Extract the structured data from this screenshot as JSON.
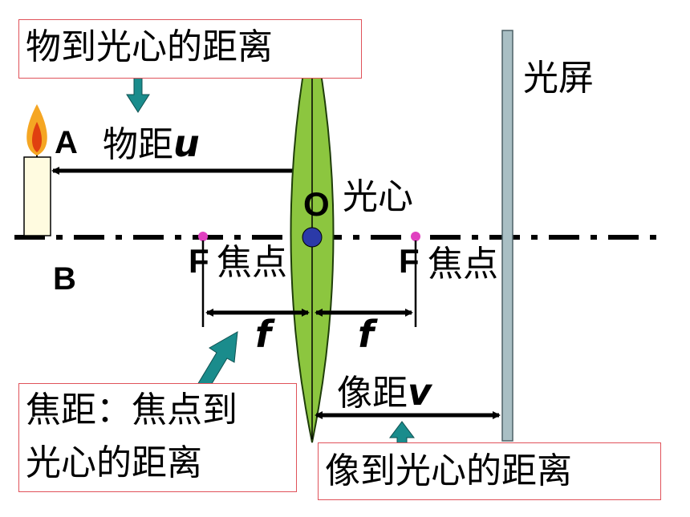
{
  "labels": {
    "object_to_center_box": "物到光心的距离",
    "screen": "光屏",
    "point_a": "A",
    "point_b": "B",
    "object_distance": "物距",
    "object_distance_symbol": "u",
    "optical_center_letter": "O",
    "optical_center": "光心",
    "focus_left_letter": "F",
    "focus_left": "焦点",
    "focus_right_letter": "F",
    "focus_right": "焦点",
    "focal_left_symbol": "f",
    "focal_right_symbol": "f",
    "focal_length_box_line1": "焦距：焦点到",
    "focal_length_box_line2": "光心的距离",
    "image_distance": "像距",
    "image_distance_symbol": "v",
    "image_to_center_box": "像到光心的距离"
  },
  "colors": {
    "box_border": "#e0525a",
    "lens_fill": "#8cc63f",
    "lens_stroke": "#1f3d0a",
    "center_dot": "#2b3aa8",
    "focus_dot": "#e040c0",
    "pointer_arrow": "#1a8c8c",
    "screen_fill": "#a9bfc4",
    "candle_body": "#fffbe0",
    "flame_outer": "#f5a623",
    "flame_inner": "#e04010"
  },
  "icons": [
    "candle-icon",
    "flame-icon",
    "teal-pointer-arrow-icon"
  ]
}
